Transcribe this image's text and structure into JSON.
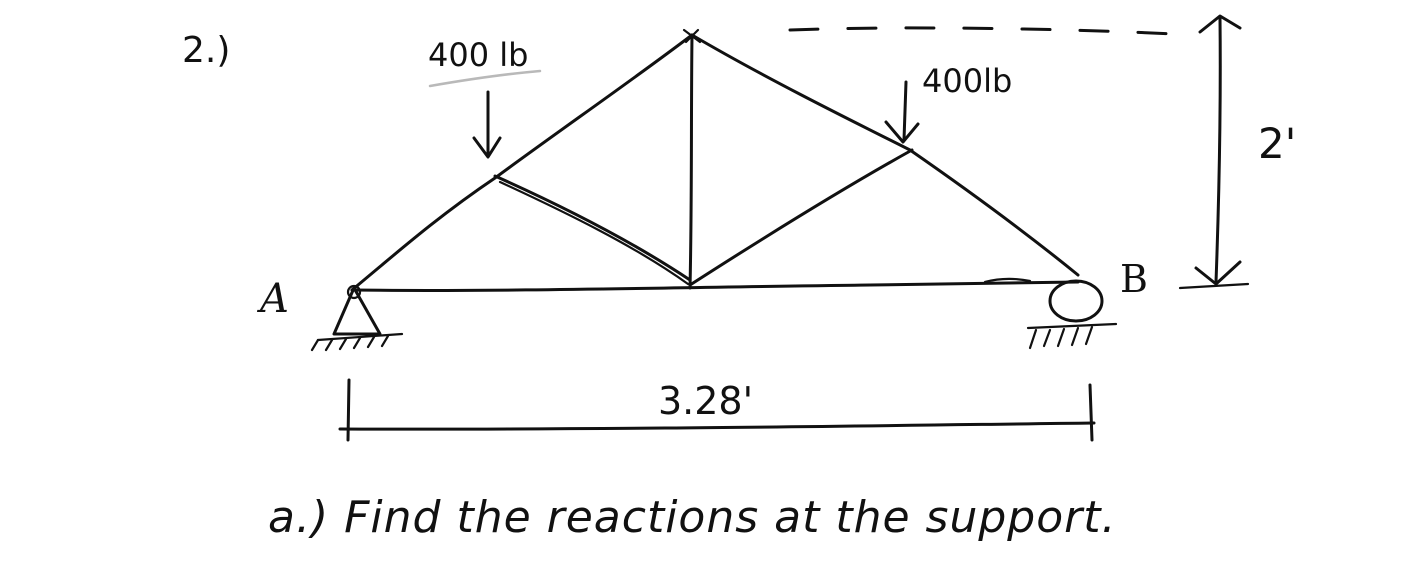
{
  "problem_number": "2.)",
  "loads": {
    "left": "400 lb",
    "right": "400lb"
  },
  "supports": {
    "left_label": "A",
    "right_label": "B"
  },
  "dimensions": {
    "height": "2'",
    "span": "3.28'"
  },
  "question": "a.) Find the reactions at the support."
}
